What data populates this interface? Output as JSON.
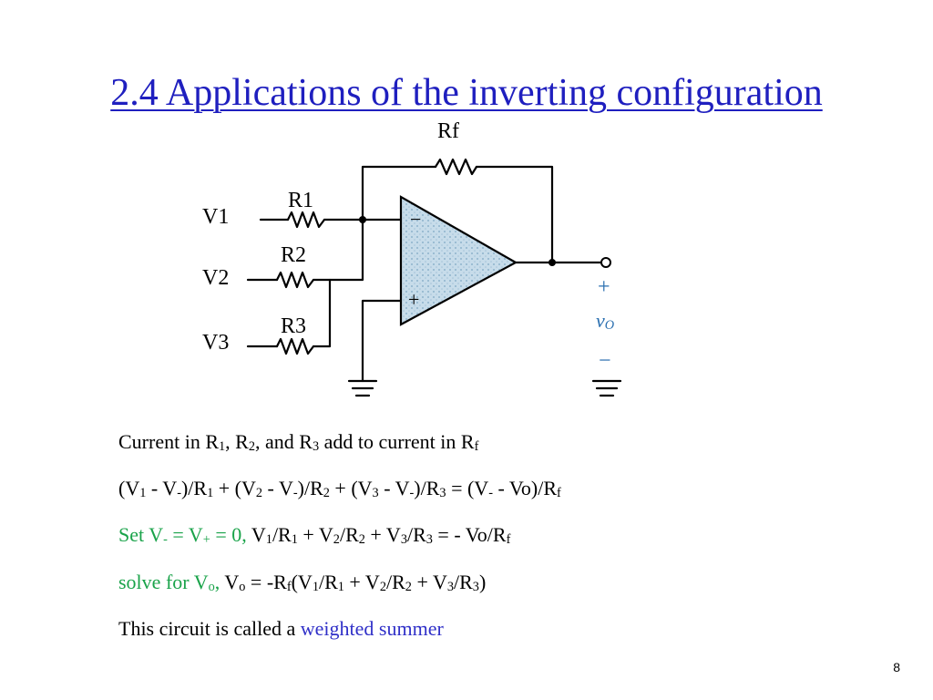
{
  "slide": {
    "title": "2.4 Applications of the inverting configuration",
    "page_number": "8"
  },
  "circuit": {
    "rf_label": "Rf",
    "r1_label": "R1",
    "r2_label": "R2",
    "r3_label": "R3",
    "v1_label": "V1",
    "v2_label": "V2",
    "v3_label": "V3",
    "minus_input": "−",
    "plus_input": "+",
    "out_plus": "+",
    "out_minus": "−",
    "vo_symbol": "v",
    "vo_sub": "O"
  },
  "lines": {
    "l1": {
      "a": "Current in R",
      "b": "1",
      "c": ", R",
      "d": "2",
      "e": ", and R",
      "f": "3",
      "g": " add to current in R",
      "h": "f"
    },
    "l2": {
      "a": "(V",
      "b": "1",
      "c": " - V",
      "d": "-",
      "e": ")/R",
      "f": "1",
      "g": " + (V",
      "h": "2",
      "i": " - V",
      "j": "-",
      "k": ")/R",
      "l": "2",
      "m": " + (V",
      "n": "3",
      "o": " - V",
      "p": "-",
      "q": ")/R",
      "r": "3",
      "s": " = (V",
      "t": "-",
      "u": " - Vo)/R",
      "v": "f"
    },
    "l3": {
      "green_a": "Set V",
      "green_b": "-",
      "green_c": " = V",
      "green_d": "+",
      "green_e": " = 0,",
      "a": " V",
      "b": "1",
      "c": "/R",
      "d": "1",
      "e": " + V",
      "f": "2",
      "g": "/R",
      "h": "2",
      "i": " + V",
      "j": "3",
      "k": "/R",
      "l": "3",
      "m": " = - Vo/R",
      "n": "f"
    },
    "l4": {
      "green_a": "solve for V",
      "green_b": "o",
      "green_c": ",",
      "a": " V",
      "b": "o",
      "c": " = -R",
      "d": "f",
      "e": "(V",
      "f": "1",
      "g": "/R",
      "h": "1",
      "i": " + V",
      "j": "2",
      "k": "/R",
      "l": "2",
      "m": " + V",
      "n": "3",
      "o": "/R",
      "p": "3",
      "q": ")"
    },
    "l5": {
      "a": "This circuit is called a ",
      "blue": "weighted summer"
    }
  },
  "colors": {
    "title": "#1f1fbf",
    "green": "#1aa34a",
    "blue": "#3030c8",
    "opamp_fill": "#b4cfe0"
  }
}
